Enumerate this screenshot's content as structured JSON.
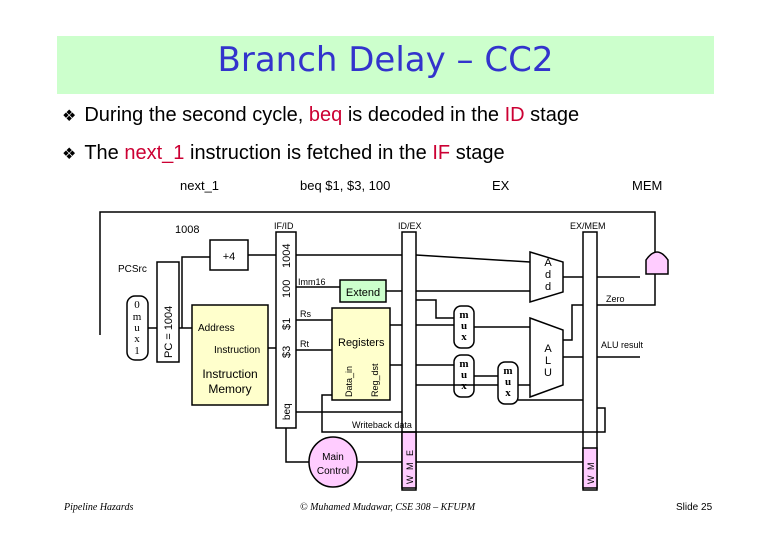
{
  "title": "Branch Delay – CC2",
  "bullets": [
    {
      "pre": "During the second cycle, ",
      "hl1": "beq",
      "mid": " is decoded in the ",
      "hl2": "ID",
      "post": " stage"
    },
    {
      "pre": "The ",
      "hl1": "next_1",
      "mid": " instruction is fetched in the ",
      "hl2": "IF",
      "post": " stage"
    }
  ],
  "stage_labels": {
    "if": "next_1",
    "id": "beq $1, $3, 100",
    "ex": "EX",
    "mem": "MEM"
  },
  "regs": {
    "ifid": "IF/ID",
    "idex": "ID/EX",
    "exmem": "EX/MEM"
  },
  "values": {
    "pc_next": "1008",
    "ifid_pc": "1004",
    "ifid_imm": "100",
    "ifid_rs": "$1",
    "ifid_rt": "$3",
    "pc": "PC = 1004",
    "beq": "beq"
  },
  "labels": {
    "pcsrc": "PCSrc",
    "plus4": "+4",
    "address": "Address",
    "instruction": "Instruction",
    "instr_mem": [
      "Instruction",
      "Memory"
    ],
    "imm16": "Imm16",
    "extend": "Extend",
    "rs": "Rs",
    "rt": "Rt",
    "registers": "Registers",
    "data_in": "Data_in",
    "reg_dst": "Reg_dst",
    "mux_pc": [
      "0",
      "m",
      "u",
      "x",
      "1"
    ],
    "mux": [
      "m",
      "u",
      "x"
    ],
    "add": [
      "A",
      "d",
      "d"
    ],
    "alu": [
      "A",
      "L",
      "U"
    ],
    "zero": "Zero",
    "alu_result": "ALU result",
    "writeback": "Writeback data",
    "main_control": [
      "Main",
      "Control"
    ],
    "ctrl_idex": [
      "W",
      "M",
      "E"
    ],
    "ctrl_exmem": [
      "W",
      "M"
    ]
  },
  "footer": {
    "left": "Pipeline Hazards",
    "center": "© Muhamed Mudawar, CSE 308 – KFUPM",
    "right": "Slide 25"
  },
  "colors": {
    "title": "#3333cc",
    "band": "#ccffcc",
    "highlight": "#cc0033",
    "ctrl": "#ffccff",
    "mem": "#ffffcc"
  }
}
